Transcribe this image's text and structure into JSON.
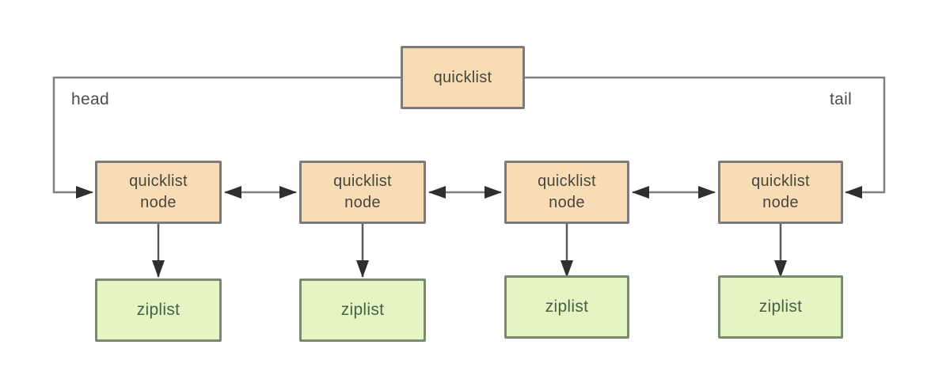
{
  "diagram": {
    "quicklist_label": "quicklist",
    "head_label": "head",
    "tail_label": "tail",
    "nodes": [
      {
        "line1": "quicklist",
        "line2": "node"
      },
      {
        "line1": "quicklist",
        "line2": "node"
      },
      {
        "line1": "quicklist",
        "line2": "node"
      },
      {
        "line1": "quicklist",
        "line2": "node"
      }
    ],
    "ziplists": [
      {
        "label": "ziplist"
      },
      {
        "label": "ziplist"
      },
      {
        "label": "ziplist"
      },
      {
        "label": "ziplist"
      }
    ],
    "colors": {
      "node_fill": "#f8dcb6",
      "node_border": "#7b7b7b",
      "node_text": "#4a463e",
      "ziplist_fill": "#e3f5c3",
      "ziplist_border": "#7a8a70",
      "ziplist_text": "#4b5f45",
      "connector_line": "#808080",
      "arrowhead": "#2f2f2f",
      "pointer_label_text": "#4c4c4c",
      "background": "#ffffff"
    }
  }
}
